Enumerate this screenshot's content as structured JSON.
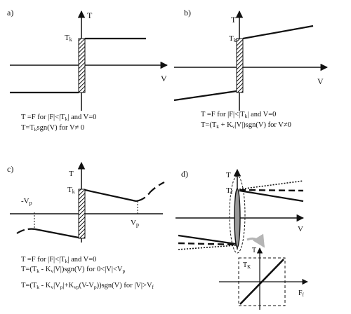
{
  "panels": {
    "a": {
      "label": "a)",
      "axis_t": "T",
      "axis_v": "V",
      "tick_tk": "T",
      "tick_tk_sub": "k",
      "eq1": "T =F         for |F|<|T",
      "eq1_sub": "k",
      "eq1_tail": "| and V=0",
      "eq2": "T=T",
      "eq2_sub": "k",
      "eq2_tail": "sgn(V)         for V≠ 0"
    },
    "b": {
      "label": "b)",
      "axis_t": "T",
      "axis_v": "V",
      "tick_tk": "T",
      "tick_tk_sub": "k",
      "eq1": "T =F         for |F|<|T",
      "eq1_sub": "k",
      "eq1_tail": "| and V=0",
      "eq2": "T=(T",
      "eq2_sub": "k",
      "eq2_mid": " + K",
      "eq2_sub2": "v",
      "eq2_tail": "|V|)sgn(V)    for V≠0"
    },
    "c": {
      "label": "c)",
      "axis_t": "T",
      "tick_tk": "T",
      "tick_tk_sub": "k",
      "neg_vp": "-V",
      "neg_vp_sub": "p",
      "pos_vp": "V",
      "pos_vp_sub": "p",
      "eq1": "T =F       for |F|<|T",
      "eq1_sub": "k",
      "eq1_tail": "| and V=0",
      "eq2": "T=(T",
      "eq2_sub": "k",
      "eq2_mid": " - K",
      "eq2_sub2": "v",
      "eq2_tail": "|V|)sgn(V)     for 0<|V|<V",
      "eq2_sub3": "p",
      "eq3": "T=(T",
      "eq3_sub": "k",
      "eq3_mid": " - K",
      "eq3_sub2": "v",
      "eq3_mid2": "|V",
      "eq3_sub3": "p",
      "eq3_mid3": "|+K",
      "eq3_sub4": "vp",
      "eq3_tail": "(V-V",
      "eq3_sub5": "p",
      "eq3_tail2": "))sgn(V)    for |V|>V",
      "eq3_sub6": "f"
    },
    "d": {
      "label": "d)",
      "axis_t": "T",
      "axis_v": "V",
      "tick_t": "T",
      "tick_t_sub": "f",
      "inset_t": "T",
      "inset_tk": "T",
      "inset_tk_sub": "K",
      "inset_f": "F",
      "inset_f_sub": "f"
    }
  },
  "colors": {
    "ink": "#111111",
    "grey_arrow": "#b5b5b5",
    "fill_grey": "#999999"
  }
}
